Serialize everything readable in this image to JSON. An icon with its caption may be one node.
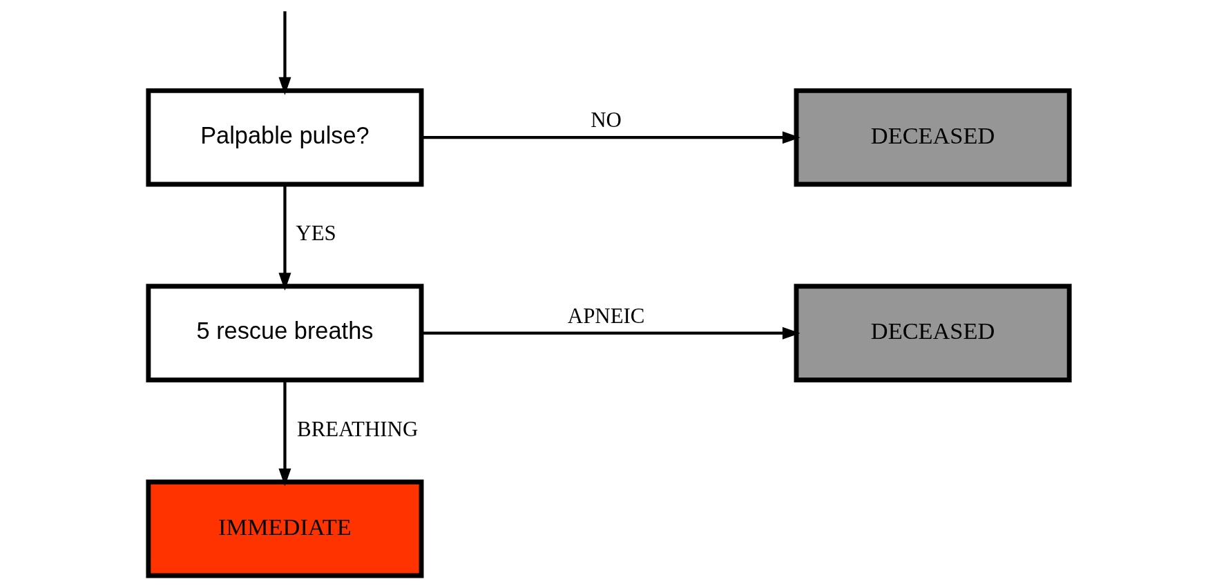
{
  "diagram": {
    "nodes": [
      {
        "text": [
          "Palpable pulse?"
        ]
      },
      {
        "text": [
          "DECEASED"
        ]
      },
      {
        "text": [
          "5 rescue breaths"
        ]
      },
      {
        "text": [
          "DECEASED"
        ]
      },
      {
        "text": [
          "IMMEDIATE"
        ]
      }
    ],
    "edges": [
      {
        "from": null,
        "to": 0,
        "arrow": "to"
      },
      {
        "from": 0,
        "to": 1,
        "arrow": "to",
        "label": "NO"
      },
      {
        "from": 0,
        "to": 2,
        "arrow": "to",
        "label": "YES"
      },
      {
        "from": 2,
        "to": 3,
        "arrow": "to",
        "label": "APNEIC"
      },
      {
        "from": 2,
        "to": 4,
        "arrow": "to",
        "label": "BREATHING"
      }
    ]
  }
}
